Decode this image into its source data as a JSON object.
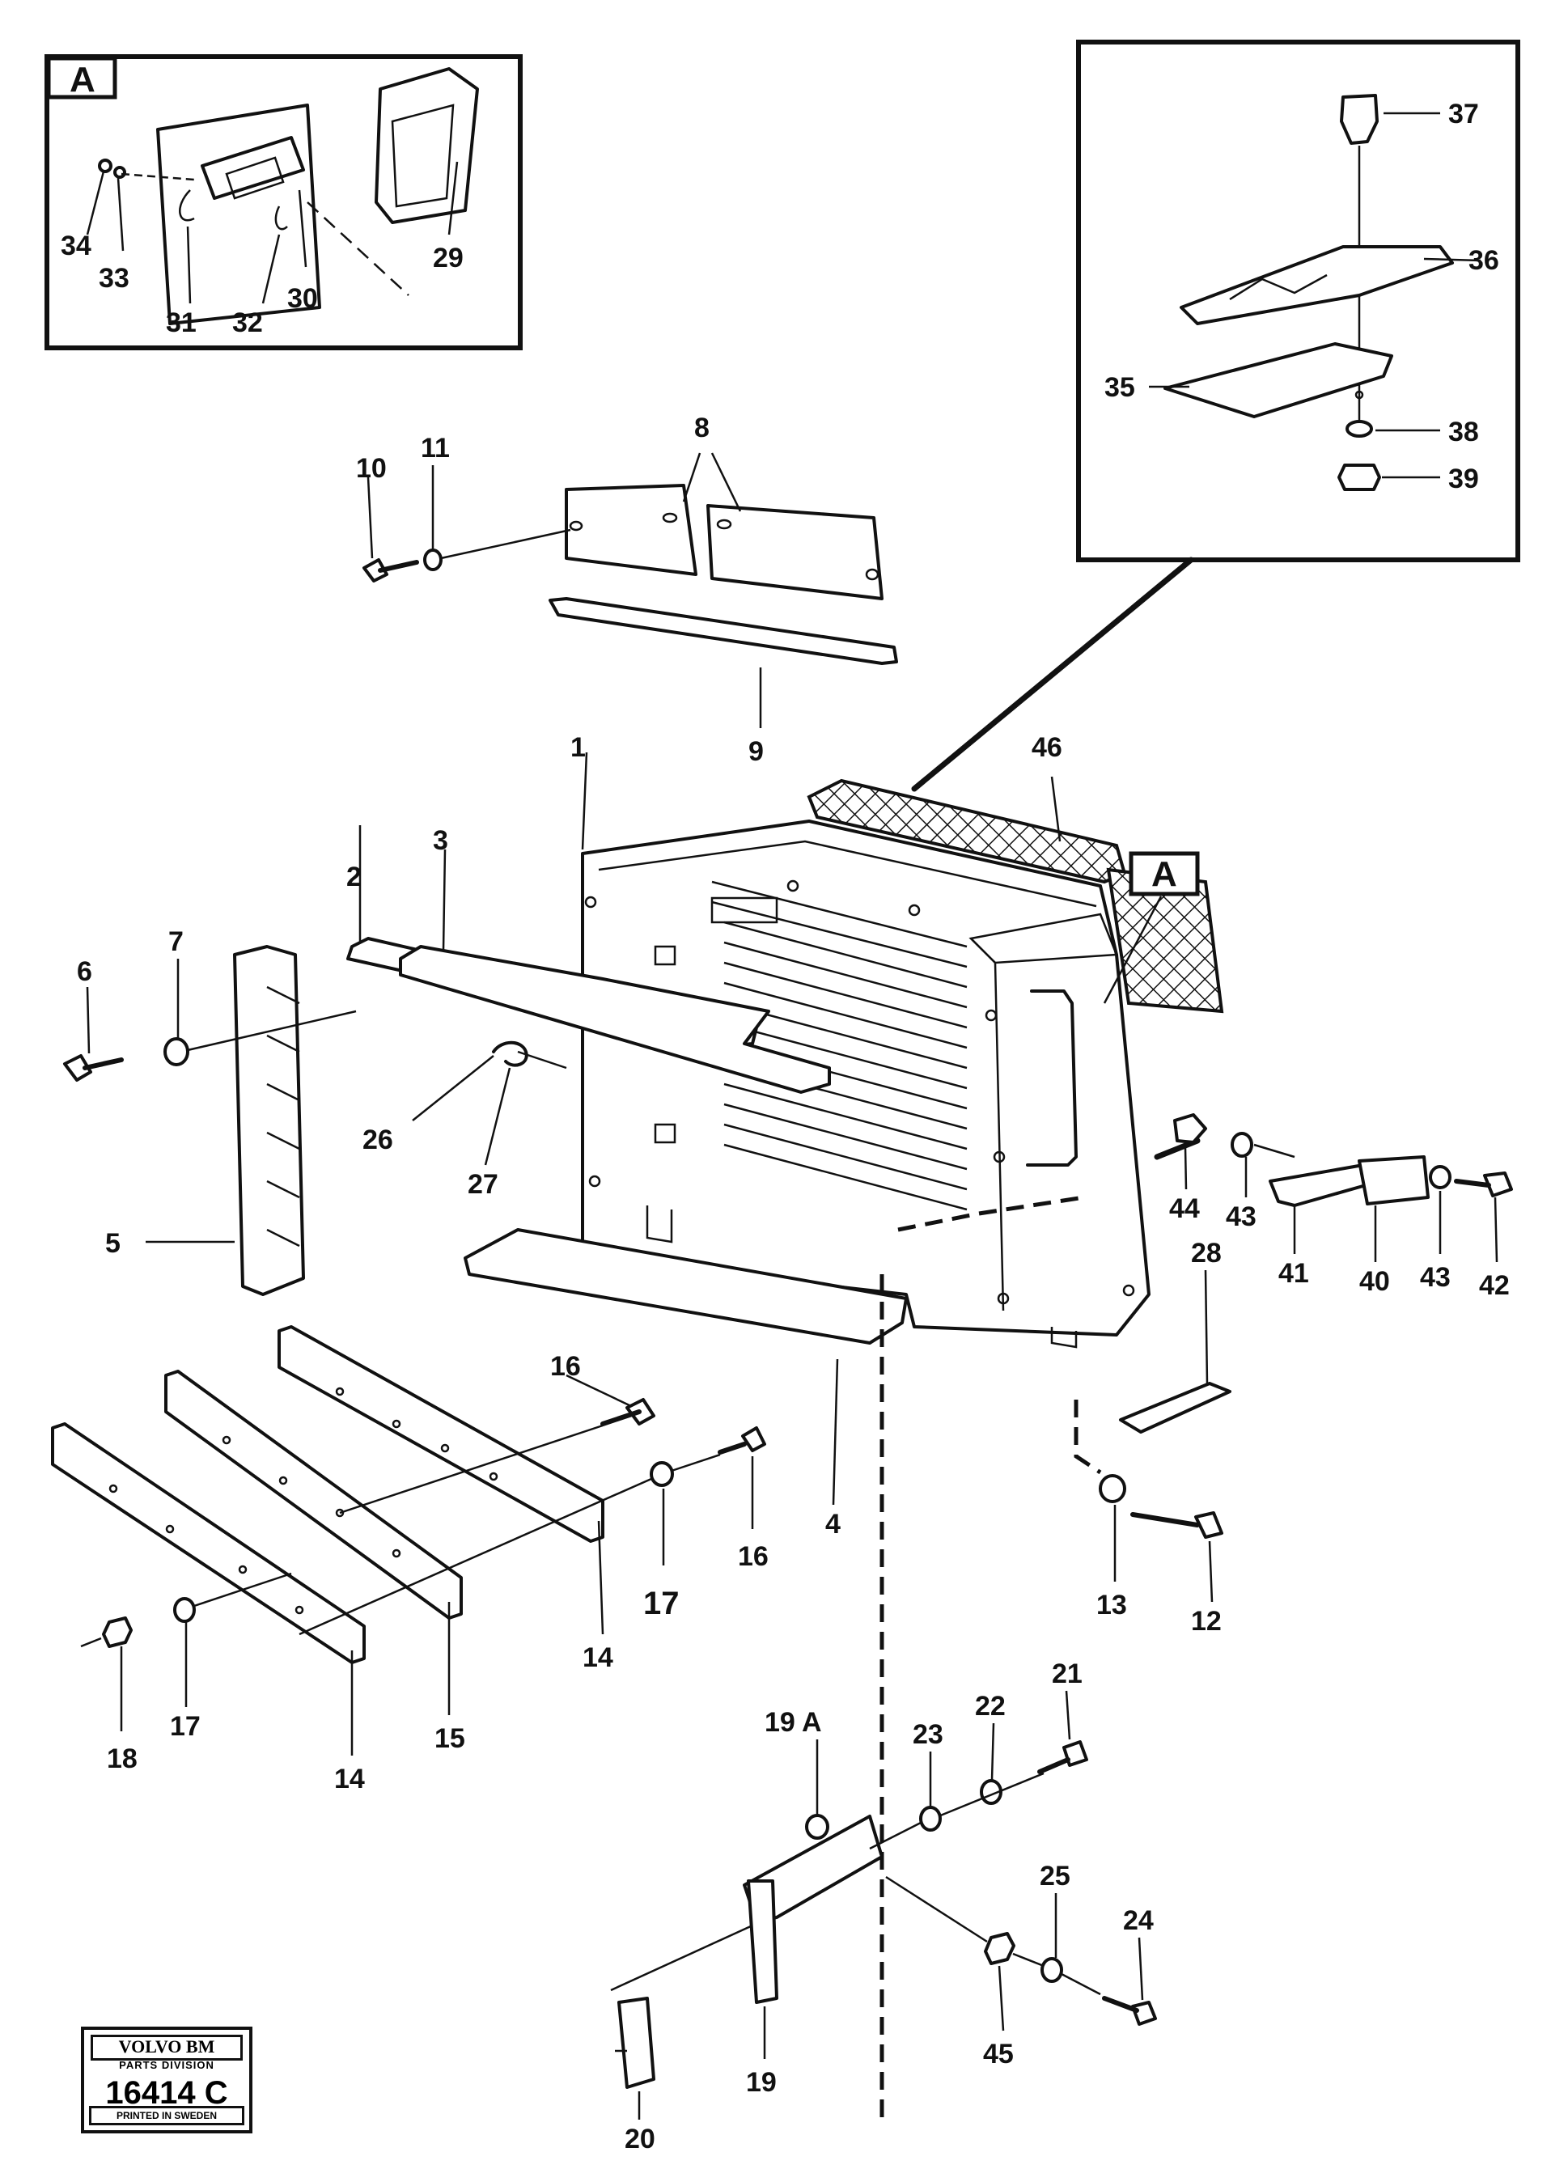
{
  "inset_a": {
    "letter": "A",
    "labels": [
      "34",
      "33",
      "31",
      "32",
      "30",
      "29"
    ]
  },
  "inset_lock": {
    "labels": [
      "37",
      "36",
      "35",
      "38",
      "39"
    ]
  },
  "main_letter": "A",
  "callouts": [
    "1",
    "2",
    "3",
    "4",
    "5",
    "6",
    "7",
    "8",
    "9",
    "10",
    "11",
    "12",
    "13",
    "14",
    "14",
    "15",
    "16",
    "16",
    "17",
    "17",
    "18",
    "19",
    "19 A",
    "20",
    "21",
    "22",
    "23",
    "24",
    "25",
    "26",
    "27",
    "28",
    "40",
    "41",
    "42",
    "43",
    "43",
    "44",
    "45",
    "46"
  ],
  "stamp": {
    "brand": "VOLVO BM",
    "division": "PARTS DIVISION",
    "code": "16414 C",
    "printed": "PRINTED IN SWEDEN"
  }
}
